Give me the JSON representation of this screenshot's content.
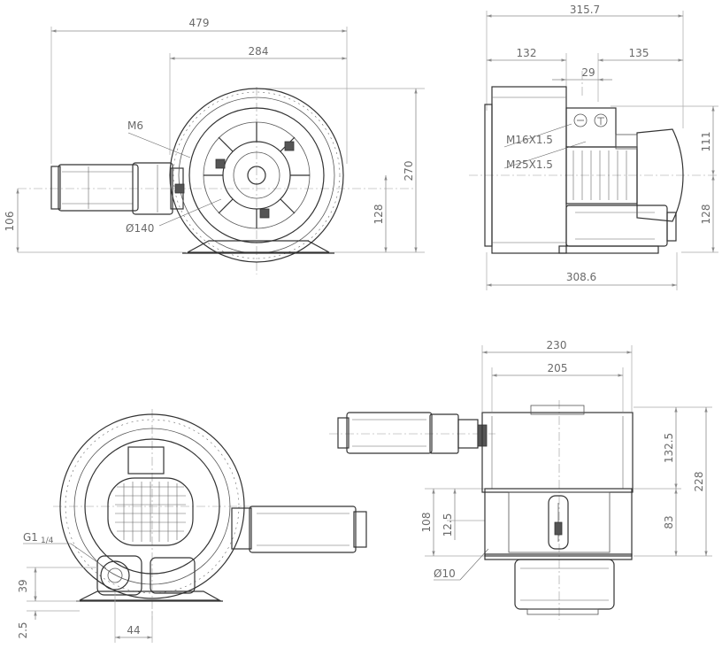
{
  "dimensions": {
    "front_width": "479",
    "front_inner_width": "284",
    "front_height": "270",
    "front_axis_height": "128",
    "front_inlet_height": "106",
    "front_thread": "M6",
    "front_diameter": "Ø140",
    "side_total": "315.7",
    "side_left": "132",
    "side_right": "135",
    "side_gap": "29",
    "side_cable_1": "M16X1.5",
    "side_cable_2": "M25X1.5",
    "side_upper": "111",
    "side_lower": "128",
    "side_base": "308.6",
    "rear_thread": "G1",
    "rear_thread_sub": "1/4",
    "rear_h1": "39",
    "rear_h2": "2.5",
    "rear_w": "44",
    "top_total": "230",
    "top_inner": "205",
    "top_upper": "132.5",
    "top_height": "228",
    "top_h108": "108",
    "top_h12": "12.5",
    "top_h83": "83",
    "top_hole": "Ø10"
  }
}
